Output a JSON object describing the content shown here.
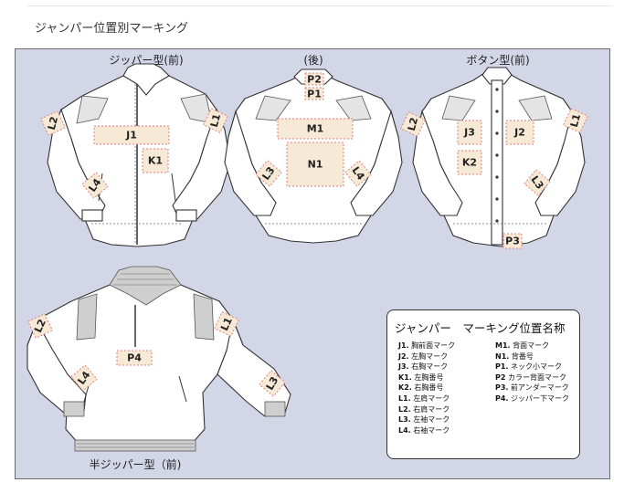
{
  "page_title": "ジャンパー位置別マーキング",
  "views": {
    "zipper": "ジッパー型(前)",
    "back": "(後)",
    "button": "ボタン型(前)",
    "half_zip": "半ジッパー型（前)"
  },
  "markers": {
    "J1": "J1",
    "J2": "J2",
    "J3": "J3",
    "K1": "K1",
    "K2": "K2",
    "L1": "L1",
    "L2": "L2",
    "L3": "L3",
    "L4": "L4",
    "M1": "M1",
    "N1": "N1",
    "P1": "P1",
    "P2": "P2",
    "P3": "P3",
    "P4": "P4"
  },
  "legend": {
    "title": "ジャンパー　マーキング位置名称",
    "left_items": [
      {
        "code": "J1.",
        "name": "胸前面マーク"
      },
      {
        "code": "J2.",
        "name": "左胸マーク"
      },
      {
        "code": "J3.",
        "name": "右胸マーク"
      },
      {
        "code": "K1.",
        "name": "左胸番号"
      },
      {
        "code": "K2.",
        "name": "右胸番号"
      },
      {
        "code": "L1.",
        "name": "左肩マーク"
      },
      {
        "code": "L2.",
        "name": "右肩マーク"
      },
      {
        "code": "L3.",
        "name": "左袖マーク"
      },
      {
        "code": "L4.",
        "name": "右袖マーク"
      }
    ],
    "right_items": [
      {
        "code": "M1.",
        "name": "背面マーク"
      },
      {
        "code": "N1.",
        "name": "背番号"
      },
      {
        "code": "P1.",
        "name": "ネック小マーク"
      },
      {
        "code": "P2",
        "name": "カラー背面マーク"
      },
      {
        "code": "P3.",
        "name": "前アンダーマーク"
      },
      {
        "code": "P4.",
        "name": "ジッパー下マーク"
      }
    ]
  },
  "colors": {
    "panel_bg": "#d3d6e6",
    "marker_fill": "#f6e9d6",
    "marker_border": "#e08080",
    "garment": "#ffffff",
    "rib_trim": "#cfcfcf"
  }
}
